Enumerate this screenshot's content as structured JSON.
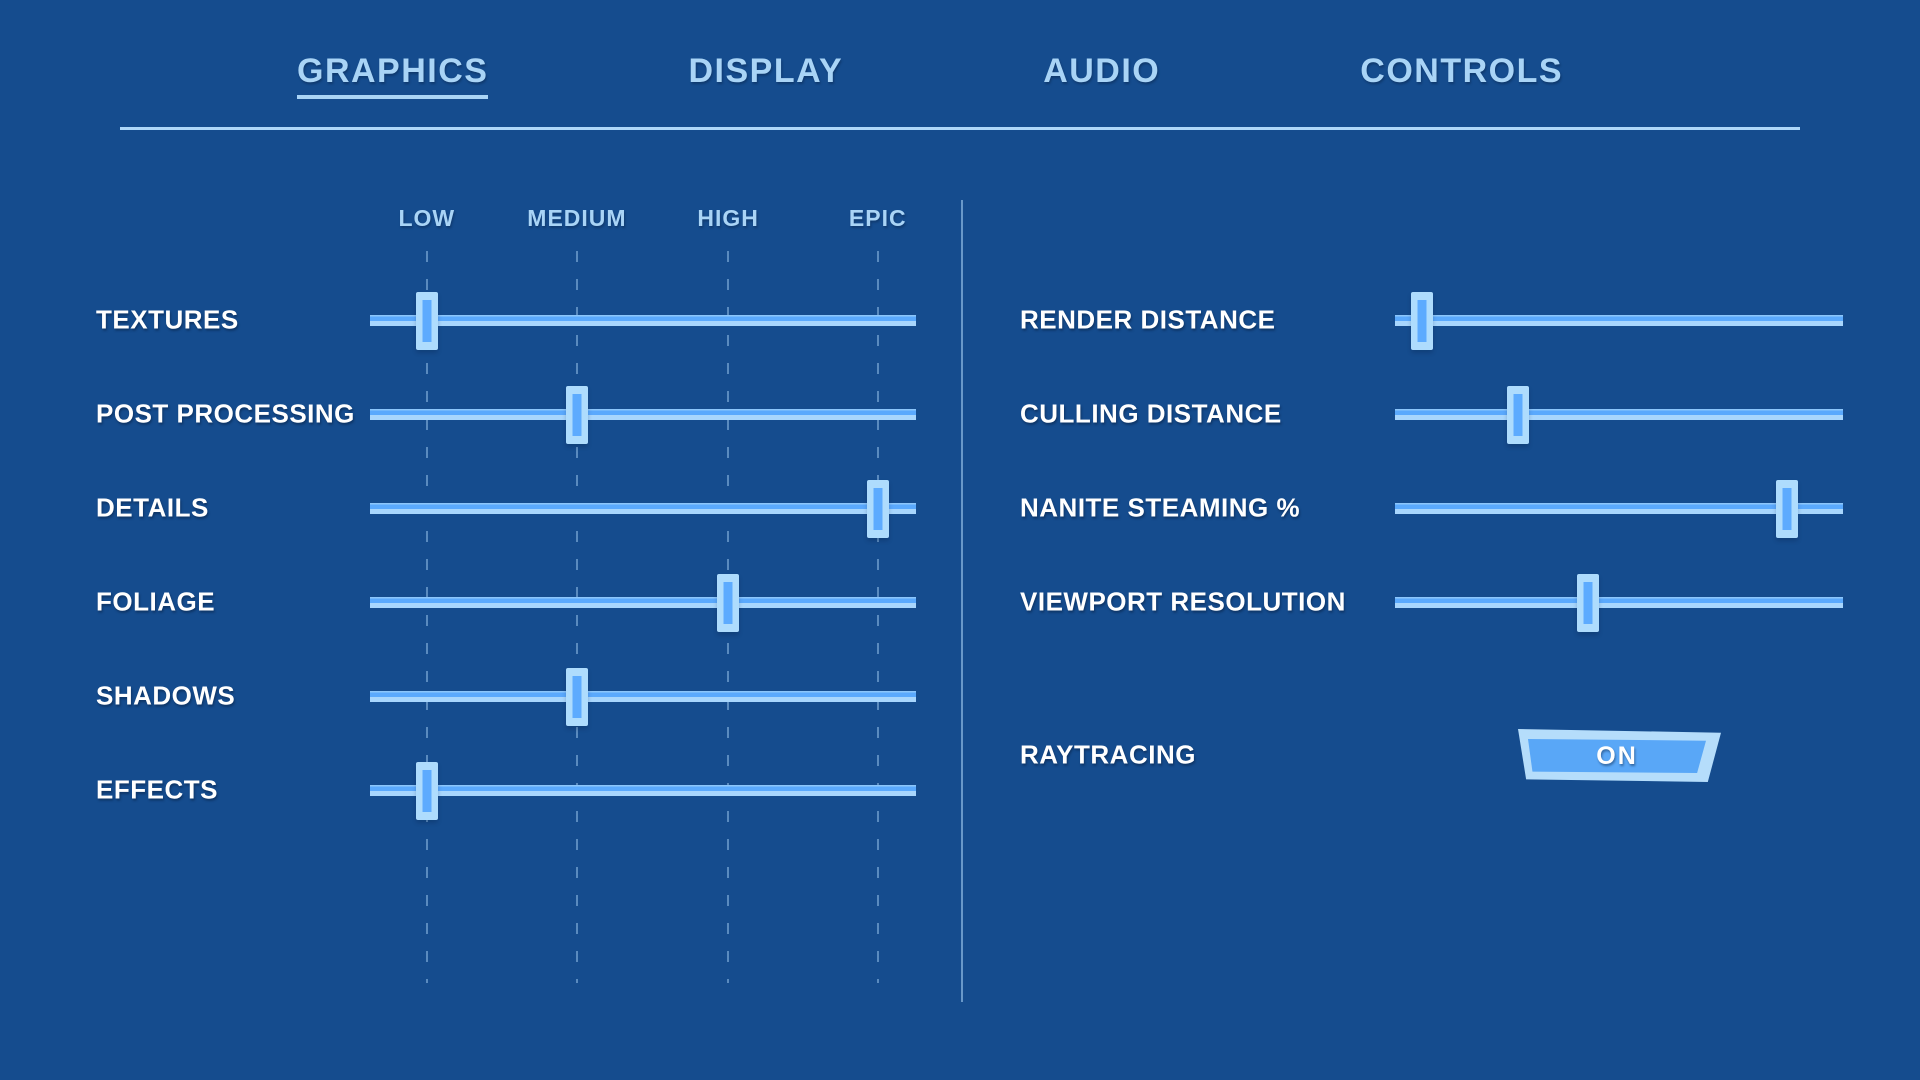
{
  "tabs": [
    {
      "label": "GRAPHICS",
      "active": true
    },
    {
      "label": "DISPLAY",
      "active": false
    },
    {
      "label": "AUDIO",
      "active": false
    },
    {
      "label": "CONTROLS",
      "active": false
    }
  ],
  "quality_scale": {
    "labels": [
      "LOW",
      "MEDIUM",
      "HIGH",
      "EPIC"
    ],
    "positions_pct": [
      10.4,
      37.9,
      65.6,
      93.0
    ]
  },
  "graphics_sliders": [
    {
      "label": "TEXTURES",
      "value": "LOW",
      "value_pct": 10.4
    },
    {
      "label": "POST PROCESSING",
      "value": "MEDIUM",
      "value_pct": 37.9
    },
    {
      "label": "DETAILS",
      "value": "EPIC",
      "value_pct": 93.0
    },
    {
      "label": "FOLIAGE",
      "value": "HIGH",
      "value_pct": 65.6
    },
    {
      "label": "SHADOWS",
      "value": "MEDIUM",
      "value_pct": 37.9
    },
    {
      "label": "EFFECTS",
      "value": "LOW",
      "value_pct": 10.4
    }
  ],
  "distance_sliders": [
    {
      "label": "RENDER DISTANCE",
      "value_pct": 6.0
    },
    {
      "label": "CULLING DISTANCE",
      "value_pct": 27.5
    },
    {
      "label": "NANITE STEAMING %",
      "value_pct": 87.5
    },
    {
      "label": "VIEWPORT RESOLUTION",
      "value_pct": 43.0
    }
  ],
  "raytracing": {
    "label": "RAYTRACING",
    "state": "ON"
  },
  "theme": {
    "background": "#154c8e",
    "accent_text": "#a9d4f6",
    "label_text": "#ffffff",
    "track_top": "#5aa9fd",
    "track_bottom": "#a8d6fd",
    "handle": "#aedcfd",
    "handle_stripe": "#5dabfe",
    "grid_line": "rgba(174,215,250,0.45)",
    "button_frame": "#b5ddfb",
    "button_face": "#59a7f7"
  }
}
